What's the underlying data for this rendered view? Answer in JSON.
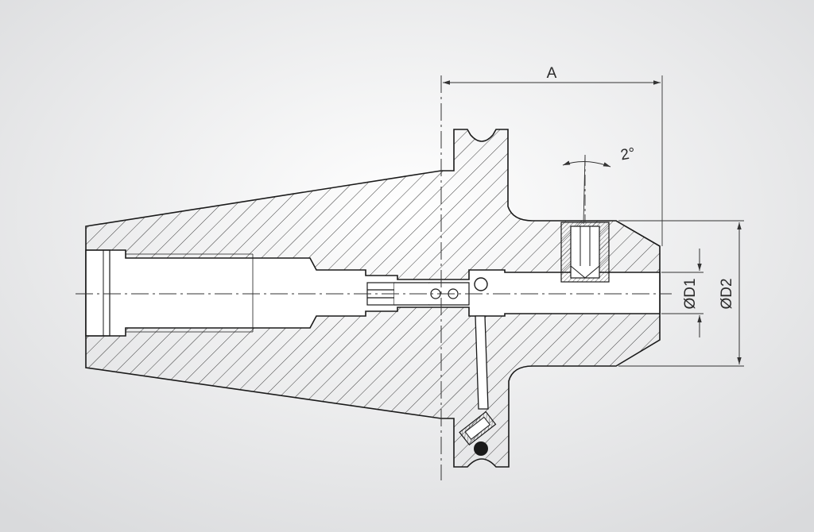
{
  "labels": {
    "dimension_a": "A",
    "angle": "2°",
    "diameter_d1": "ØD1",
    "diameter_d2": "ØD2"
  },
  "colors": {
    "background_center": "#ffffff",
    "background_edge": "#d9dadc",
    "outline": "#1a1a1a",
    "hatch": "#3a3a3a",
    "dimension_line": "#333333",
    "bore_fill": "#ffffff"
  }
}
